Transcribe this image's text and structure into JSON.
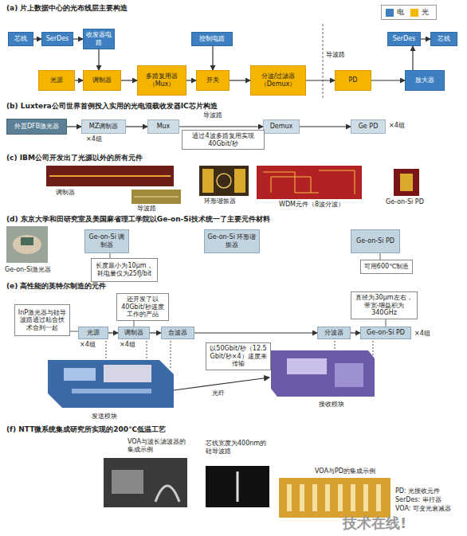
{
  "diagram": {
    "nodes": [
      {
        "text": [
          "芯线"
        ]
      },
      {
        "text": [
          "SerDes"
        ]
      },
      {
        "text": [
          "收发器电路"
        ]
      },
      {
        "text": [
          "控制电路"
        ]
      },
      {
        "text": [
          "SerDes"
        ]
      },
      {
        "text": [
          "芯线"
        ]
      },
      {
        "text": [
          "光源"
        ]
      },
      {
        "text": [
          "调制器"
        ]
      },
      {
        "text": [
          "多路复用器（Mux）"
        ]
      },
      {
        "text": [
          "开关"
        ]
      },
      {
        "text": [
          "分波/过滤器（Demux）"
        ]
      },
      {
        "text": [
          "PD"
        ]
      },
      {
        "text": [
          "放大器"
        ]
      },
      {
        "text": [
          "外置DFB激光器"
        ]
      },
      {
        "text": [
          "MZ调制器"
        ]
      },
      {
        "text": [
          "Mux"
        ]
      },
      {
        "text": [
          "Demux"
        ]
      },
      {
        "text": [
          "Ge PD"
        ]
      },
      {
        "text": [
          "通过4波多路复用实现40Gbit/秒"
        ]
      },
      {
        "text": [
          "Ge-on-Si 调制器"
        ]
      },
      {
        "text": [
          "长度最小为10μm，耗电量仅为25fJ/bit"
        ]
      },
      {
        "text": [
          "Ge-on-Si 环形谐振器"
        ]
      },
      {
        "text": [
          "Ge-on-Si PD"
        ]
      },
      {
        "text": [
          "可用600℃制造"
        ]
      },
      {
        "text": [
          "InP激光器与硅导波路通过粘合技术合到一起"
        ]
      },
      {
        "text": [
          "还开发了以40Gbit/秒速度工作的产品"
        ]
      },
      {
        "text": [
          "直径为30μm左右，带宽-增益积为340GHz"
        ]
      },
      {
        "text": [
          "光源"
        ]
      },
      {
        "text": [
          "调制器"
        ]
      },
      {
        "text": [
          "合波器"
        ]
      },
      {
        "text": [
          "分波器"
        ]
      },
      {
        "text": [
          "Ge-on-Si PD"
        ]
      },
      {
        "text": [
          "以50Gbit/秒（12.5 Gbit/秒×4）速度来传输"
        ]
      }
    ],
    "edges": [
      {
        "from": 0,
        "to": 1,
        "arrow": "to"
      },
      {
        "from": 1,
        "to": 2,
        "arrow": "to"
      },
      {
        "from": 2,
        "to": 7,
        "arrow": "to"
      },
      {
        "from": 6,
        "to": 7,
        "arrow": "to"
      },
      {
        "from": 7,
        "to": 8,
        "arrow": "to"
      },
      {
        "from": 3,
        "to": 9,
        "arrow": "to"
      },
      {
        "from": 8,
        "to": 9,
        "arrow": "to"
      },
      {
        "from": 9,
        "to": 10,
        "arrow": "to"
      },
      {
        "from": 10,
        "to": 11,
        "arrow": "to"
      },
      {
        "from": 11,
        "to": 12,
        "arrow": "to"
      },
      {
        "from": 12,
        "to": 4,
        "arrow": "to"
      },
      {
        "from": 4,
        "to": 5,
        "arrow": "to"
      },
      {
        "from": 13,
        "to": 14,
        "arrow": "to"
      },
      {
        "from": 14,
        "to": 15,
        "arrow": "to"
      },
      {
        "from": 15,
        "to": 16,
        "arrow": "to"
      },
      {
        "from": 16,
        "to": 17,
        "arrow": "to"
      },
      {
        "from": 19,
        "to": 20,
        "arrow": "none"
      },
      {
        "from": 22,
        "to": 23,
        "arrow": "none"
      },
      {
        "from": 24,
        "to": 27,
        "arrow": "none"
      },
      {
        "from": 25,
        "to": 28,
        "arrow": "none"
      },
      {
        "from": 26,
        "to": 31,
        "arrow": "none"
      },
      {
        "from": 27,
        "to": 28,
        "arrow": "to"
      },
      {
        "from": 28,
        "to": 29,
        "arrow": "to"
      },
      {
        "from": 29,
        "to": 30,
        "arrow": "to"
      },
      {
        "from": 30,
        "to": 31,
        "arrow": "to"
      }
    ],
    "labels": [
      "(a) 片上数据中心的光布线层主要构造",
      "导波路",
      "(b) Luxtera公司世界首例投入实用的光电混载收发器IC芯片构造",
      "导波路",
      "×4组",
      "×4组",
      "(c) IBM公司开发出了光源以外的所有元件",
      "调制器",
      "导波路",
      "环形谐振器",
      "WDM元件（8波分波）",
      "Ge-on-Si PD",
      "(d) 东京大学和田研究室及美国麻省理工学院以Ge-on-Si技术统一了主要元件材料",
      "Ge-on-Si激光器",
      "(e) 高性能的英特尔制造的元件",
      "×4组",
      "×4组",
      "×4组",
      "发送模块",
      "光纤",
      "接收模块",
      "(f) NTT微系统集成研究所实现的200℃低温工艺",
      "VOA与波长滤波器的集成示例",
      "芯线宽度为400nm的硅导波路",
      "VOA与PD的集成示例",
      "PD: 光接收元件",
      "SerDes: 串行器",
      "VOA: 可变光衰减器",
      "技术在线!"
    ],
    "legend": [
      {
        "text": "电",
        "color": "#3d7fc1"
      },
      {
        "text": "光",
        "color": "#f5b400"
      }
    ]
  }
}
